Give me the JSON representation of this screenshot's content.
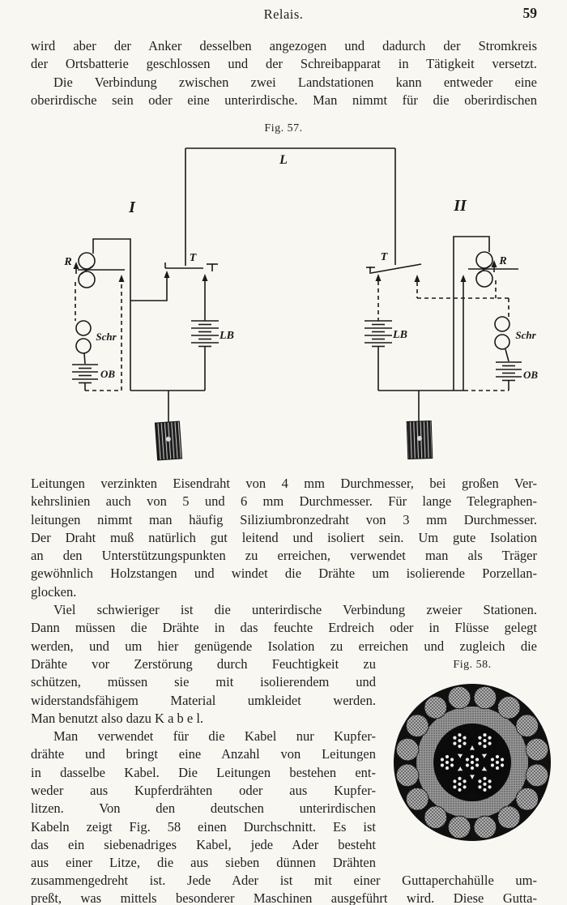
{
  "page": {
    "header_title": "Relais.",
    "page_number": "59"
  },
  "para1": {
    "lines": [
      {
        "text": "wird aber der Anker desselben angezogen und dadurch der Stromkreis",
        "justify": true,
        "indent": false
      },
      {
        "text": "der Ortsbatterie geschlossen und der Schreibapparat in Tätigkeit versetzt.",
        "justify": true,
        "indent": false
      },
      {
        "text": "Die Verbindung zwischen zwei Landstationen kann entweder eine",
        "justify": true,
        "indent": true
      },
      {
        "text": "oberirdische sein oder eine unterirdische.  Man nimmt für die oberirdischen",
        "justify": true,
        "indent": false
      }
    ]
  },
  "fig57": {
    "caption": "Fig. 57.",
    "line_label": "L",
    "station_left_label": "I",
    "station_right_label": "II",
    "key_label": "T",
    "relay_label": "R",
    "writer_label": "Schr",
    "local_battery_label": "OB",
    "line_battery_label": "LB"
  },
  "para2": {
    "lines": [
      {
        "text": "Leitungen verzinkten Eisendraht von 4 mm Durchmesser, bei großen Ver-",
        "justify": true,
        "indent": false
      },
      {
        "text": "kehrslinien auch von 5 und 6 mm Durchmesser.  Für lange Telegraphen-",
        "justify": true,
        "indent": false
      },
      {
        "text": "leitungen nimmt man häufig Siliziumbronzedraht von 3 mm Durchmesser.",
        "justify": true,
        "indent": false
      },
      {
        "text": "Der Draht muß natürlich gut leitend und isoliert sein.  Um gute Isolation",
        "justify": true,
        "indent": false
      },
      {
        "text": "an den Unterstützungspunkten zu erreichen, verwendet man als Träger",
        "justify": true,
        "indent": false
      },
      {
        "text": "gewöhnlich Holzstangen und windet die Drähte um isolierende Porzellan-",
        "justify": true,
        "indent": false
      },
      {
        "text": "glocken.",
        "justify": false,
        "indent": false
      }
    ]
  },
  "para3": {
    "lines": [
      {
        "text": "Viel schwieriger ist die unterirdische Verbindung zweier Stationen.",
        "justify": true,
        "indent": true
      },
      {
        "text": "Dann müssen die Drähte in das feuchte Erdreich oder in Flüsse gelegt",
        "justify": true,
        "indent": false
      },
      {
        "text": "werden, und um hier genügende Isolation zu erreichen und zugleich die",
        "justify": true,
        "indent": false
      }
    ]
  },
  "narrow": {
    "lines": [
      {
        "text": "Drähte vor Zerstörung durch Feuchtigkeit zu",
        "justify": true,
        "indent": false
      },
      {
        "text": "schützen, müssen sie mit isolierendem und",
        "justify": true,
        "indent": false
      },
      {
        "text": "widerstandsfähigem Material umkleidet werden.",
        "justify": true,
        "indent": false
      },
      {
        "text": "Man benutzt also dazu K a b e l.",
        "justify": false,
        "indent": false
      },
      {
        "text": "Man verwendet für die Kabel nur Kupfer-",
        "justify": true,
        "indent": true
      },
      {
        "text": "drähte und bringt eine Anzahl von Leitungen",
        "justify": true,
        "indent": false
      },
      {
        "text": "in dasselbe Kabel. Die Leitungen bestehen ent-",
        "justify": true,
        "indent": false
      },
      {
        "text": "weder aus Kupferdrähten oder aus Kupfer-",
        "justify": true,
        "indent": false
      },
      {
        "text": "litzen.  Von den deutschen unterirdischen",
        "justify": true,
        "indent": false
      },
      {
        "text": "Kabeln zeigt Fig. 58 einen Durchschnitt. Es ist",
        "justify": true,
        "indent": false
      },
      {
        "text": "das ein siebenadriges Kabel, jede Ader besteht",
        "justify": true,
        "indent": false
      },
      {
        "text": "aus einer Litze, die aus sieben dünnen Drähten",
        "justify": true,
        "indent": false
      }
    ]
  },
  "para4": {
    "lines": [
      {
        "text": "zusammengedreht ist.  Jede Ader ist mit einer Guttaperchahülle um-",
        "justify": true,
        "indent": false
      },
      {
        "text": "preßt, was mittels besonderer Maschinen ausgeführt wird.  Diese Gutta-",
        "justify": true,
        "indent": false
      }
    ]
  },
  "fig58": {
    "caption": "Fig. 58.",
    "armor_wire_count": 16,
    "core_count": 7,
    "wires_per_core": 7
  }
}
